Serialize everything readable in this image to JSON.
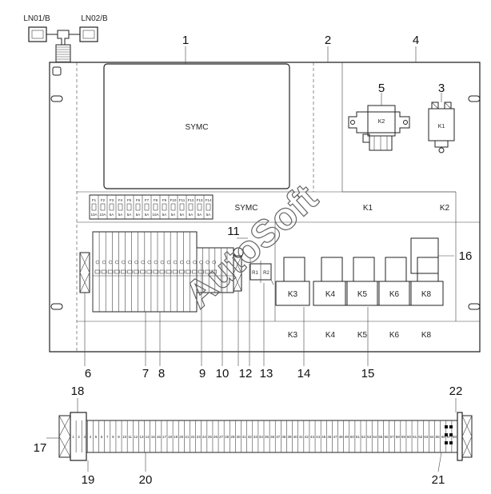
{
  "connectors": {
    "left": "LN01/B",
    "right": "LN02/B"
  },
  "callouts": {
    "c1": "1",
    "c2": "2",
    "c3": "3",
    "c4": "4",
    "c5": "5",
    "c6": "6",
    "c7": "7",
    "c8": "8",
    "c9": "9",
    "c10": "10",
    "c11": "11",
    "c12": "12",
    "c13": "13",
    "c14": "14",
    "c15": "15",
    "c16": "16",
    "c17": "17",
    "c18": "18",
    "c19": "19",
    "c20": "20",
    "c21": "21",
    "c22": "22"
  },
  "module_label": "SYMC",
  "row_label": "SYMC",
  "relay_k1": "K1",
  "relay_k2": "K2",
  "row_k1": "K1",
  "row_k2": "K2",
  "relays_row": [
    "K3",
    "K4",
    "K5",
    "K6",
    "K8"
  ],
  "relays_bottom": [
    "K3",
    "K4",
    "K5",
    "K6",
    "K8"
  ],
  "fuse_top_ids": [
    "F1",
    "F2",
    "F3",
    "F4",
    "F5",
    "F6",
    "F7",
    "F8",
    "F9",
    "F10",
    "F11",
    "F12",
    "F13",
    "F14"
  ],
  "fuse_top_amps": [
    "10A",
    "10A",
    "5A",
    "5A",
    "5A",
    "5A",
    "5A",
    "10A",
    "5A",
    "5A",
    "5A",
    "5A",
    "5A",
    "5A"
  ],
  "resistors": [
    "R1",
    "R2"
  ],
  "watermark": "AutoSoft",
  "terminal_count": 68
}
